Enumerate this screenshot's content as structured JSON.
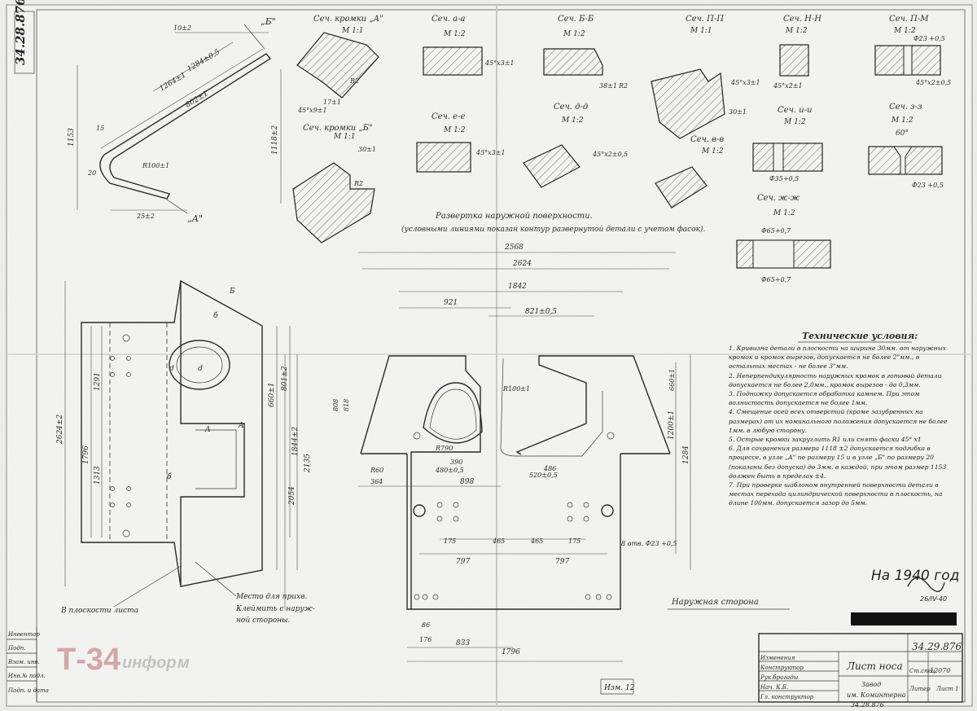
{
  "drawing_number": "34.28.876",
  "stamp_number": "34.28.876",
  "title_block": {
    "part_name": "Лист носа",
    "plant": "Завод",
    "plant_2": "им. Коминтерна",
    "drawing_number": "34.29.876",
    "row_labels": [
      "Изменения",
      "Конструктор",
      "Рук.бригады",
      "Нач. К.Б.",
      "Гл. конструктор"
    ],
    "material_label": "Ст.спец",
    "mass": "12070",
    "stage": "Литер",
    "date_tag": "Изм. 12",
    "sheets": "Лист 1"
  },
  "left_margin": {
    "labels": [
      "Инвентар",
      "Подп.",
      "Взам. инв.",
      "Инв.№ подл.",
      "Подп. и дата"
    ]
  },
  "sections": {
    "A": "Сеч. кромки „А\"",
    "B": "Сеч. кромки „Б\"",
    "aa": "Сеч. а-а",
    "bb": "Сеч. Б-Б",
    "pp": "Сеч. П-П",
    "nn": "Сеч. Н-Н",
    "pm": "Сеч. П-М",
    "ee": "Сеч. е-е",
    "dd": "Сеч. д-д",
    "vv": "Сеч. в-в",
    "ii": "Сеч. и-и",
    "zz": "Сеч. з-з",
    "zhzh": "Сеч. ж-ж",
    "scale_1_1": "М 1:1",
    "scale_1_2": "М 1:2"
  },
  "development_title": "Развертка наружной поверхности.",
  "development_note": "(условными линиями показан контур развернутой детали с учетом фасок).",
  "outer_side": "Наружная сторона",
  "in_plane": "В плоскости листа",
  "clamp_note_1": "Место для прихв.",
  "clamp_note_2": "Клеймить с наруж-",
  "clamp_note_3": "ной стороны.",
  "bore_note": "8 отв. Ф23 +0,5",
  "tech": {
    "heading": "Технические условия:",
    "items": [
      "1. Кривизна детали в плоскости на ширине 30мм. от наружных кромок и кромок вырезов, допускается не более 2\"мм., в остальных местах - не более 3\"мм.",
      "2. Неперпендикулярность наружных кромок в готовой детали допускается не более 2,0мм., кромок вырезов - до 0,3мм.",
      "3. Поднижку допускается обработка камнем. При этом волнистость допускается не более 1мм.",
      "4. Смещение осей всех отверстий (кроме зазубренных на размерах) от их номинального положения допускается не более 1мм. в любую сторону.",
      "5. Острые кромки закруглить R1 или снять фаски 45° х1",
      "6. Для сохранения размера 1118 ±2 допускается подгибка в процессе, в узле „А\" по размеру 15 и в узле „Б\" по размеру 20 (показаны без допуска) до 3мм. в каждой, при этом размер 1153 должен быть в пределах ±4.",
      "7. При проверке шаблоном внутренней поверхности детали в местах перехода цилиндрической поверхности в плоскость, на длине 100мм. допускается зазор до 5мм."
    ]
  },
  "signature": {
    "text": "На 1940 год",
    "date": "26/IV-40"
  },
  "logo": {
    "main": "Т-34",
    "sub": "инфор",
    "sub2": "м"
  },
  "dims_profile": [
    "1153",
    "1118±2",
    "1284±0,5",
    "1264±1",
    "802±1",
    "R100±1",
    "25±2",
    "15",
    "20",
    "10±2"
  ],
  "dims_development": [
    "2568",
    "2624",
    "1842",
    "921",
    "821±0,5",
    "1796",
    "898",
    "833",
    "797",
    "797",
    "465",
    "465",
    "175",
    "175",
    "364",
    "2135",
    "2054",
    "1284",
    "1200±1",
    "818",
    "808",
    "660±1",
    "390",
    "480±0,5",
    "520±0,5",
    "R790",
    "R60",
    "R100±1",
    "86",
    "176",
    "486"
  ],
  "dims_side": [
    "2624±2",
    "1796",
    "1313",
    "1291",
    "660±1",
    "1844±2",
    "801±2"
  ]
}
